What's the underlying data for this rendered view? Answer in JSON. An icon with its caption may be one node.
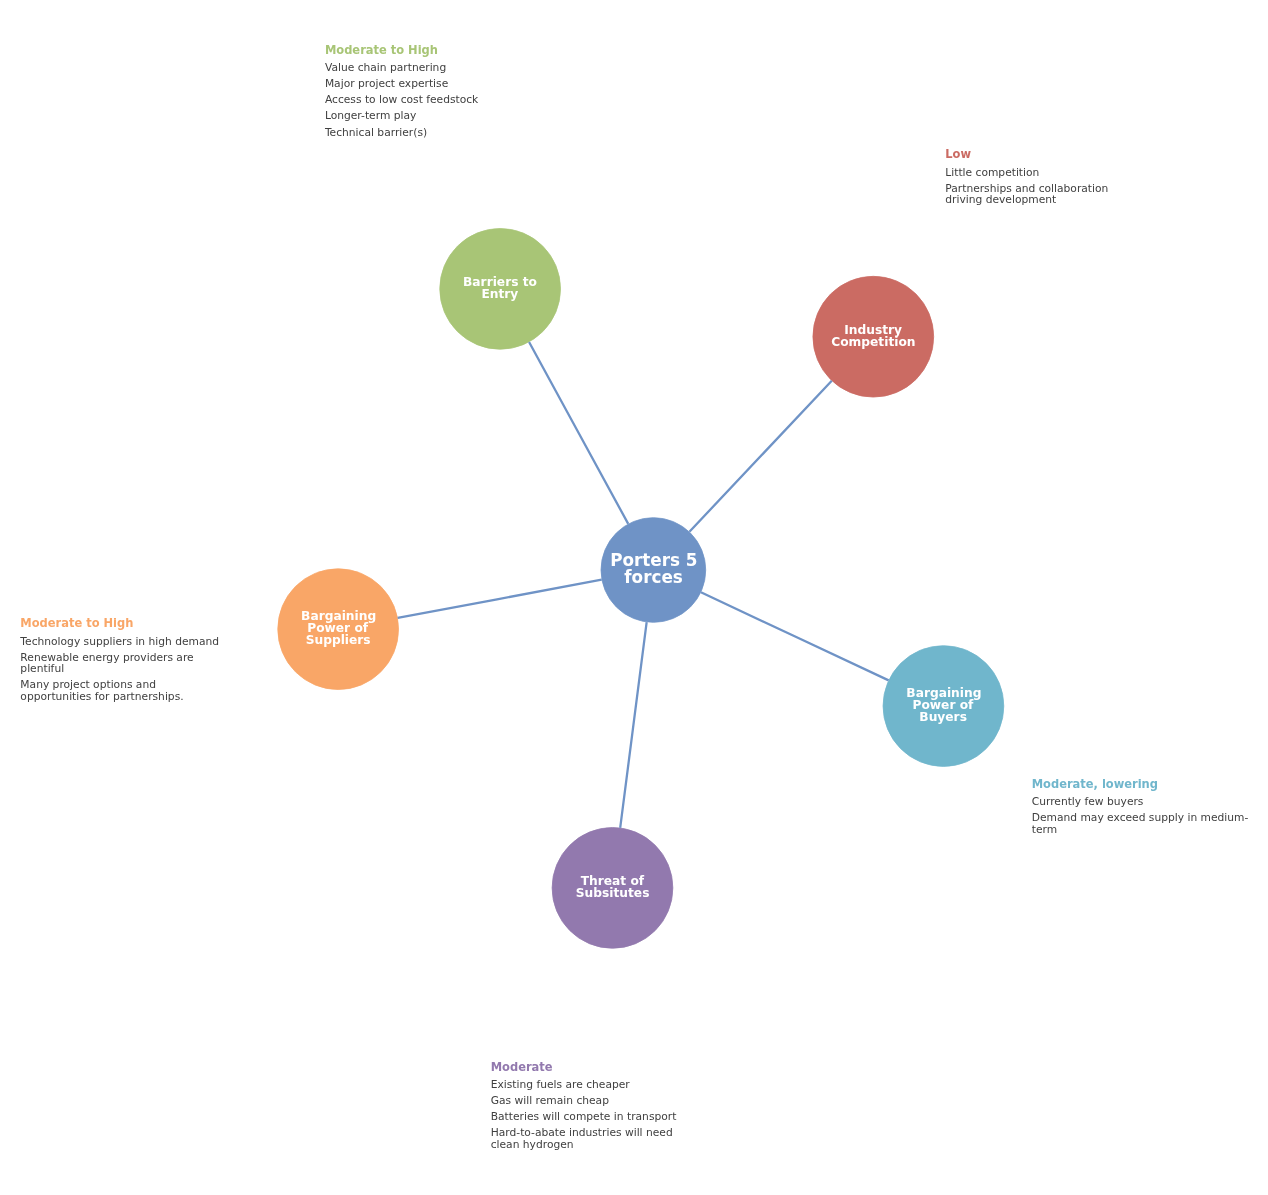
{
  "diagram": {
    "nodes": [
      {
        "text": [
          "Industry Competition"
        ],
        "beside": [
          "Low",
          "Little competition",
          "Partnerships and collaboration driving development"
        ]
      },
      {
        "text": [
          "Bargaining Power of Suppliers"
        ],
        "beside": [
          "Moderate to High",
          "Technology suppliers in high demand",
          "Renewable energy providers are plentiful",
          "Many project options and opportunities for partnerships."
        ]
      },
      {
        "text": [
          "Barriers to Entry"
        ],
        "beside": [
          "Moderate to High",
          "Value chain partnering",
          "Major project expertise",
          "Access to low cost feedstock",
          "Longer-term play",
          "Technical barrier(s)"
        ]
      },
      {
        "text": [
          "Porters 5 forces"
        ]
      },
      {
        "text": [
          "Bargaining Power of Buyers"
        ],
        "beside": [
          "Moderate, lowering",
          "Currently few buyers",
          "Demand may exceed supply in medium-term"
        ]
      },
      {
        "text": [
          "Threat of Subsitutes"
        ],
        "beside": [
          "Moderate",
          "Existing fuels are cheaper",
          "Gas will remain cheap",
          "Batteries will compete in transport",
          "Hard-to-abate industries will need clean hydrogen"
        ]
      }
    ],
    "edges": [
      {
        "from": 3,
        "to": 0,
        "arrow": "none"
      },
      {
        "from": 3,
        "to": 1,
        "arrow": "none"
      },
      {
        "from": 3,
        "to": 2,
        "arrow": "none"
      },
      {
        "from": 3,
        "to": 4,
        "arrow": "none"
      },
      {
        "from": 3,
        "to": 5,
        "arrow": "none"
      }
    ]
  }
}
